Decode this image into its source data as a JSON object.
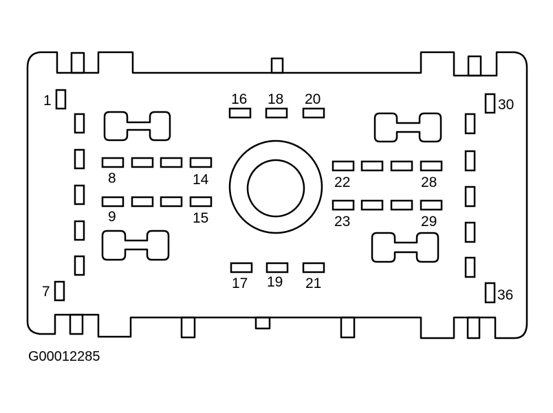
{
  "diagram": {
    "caption": "G00012285",
    "stroke_color": "#000000",
    "background_color": "#ffffff",
    "pin_labels": {
      "p1": "1",
      "p7": "7",
      "p8": "8",
      "p9": "9",
      "p14": "14",
      "p15": "15",
      "p16": "16",
      "p17": "17",
      "p18": "18",
      "p19": "19",
      "p20": "20",
      "p21": "21",
      "p22": "22",
      "p23": "23",
      "p28": "28",
      "p29": "29",
      "p30": "30",
      "p36": "36"
    }
  }
}
